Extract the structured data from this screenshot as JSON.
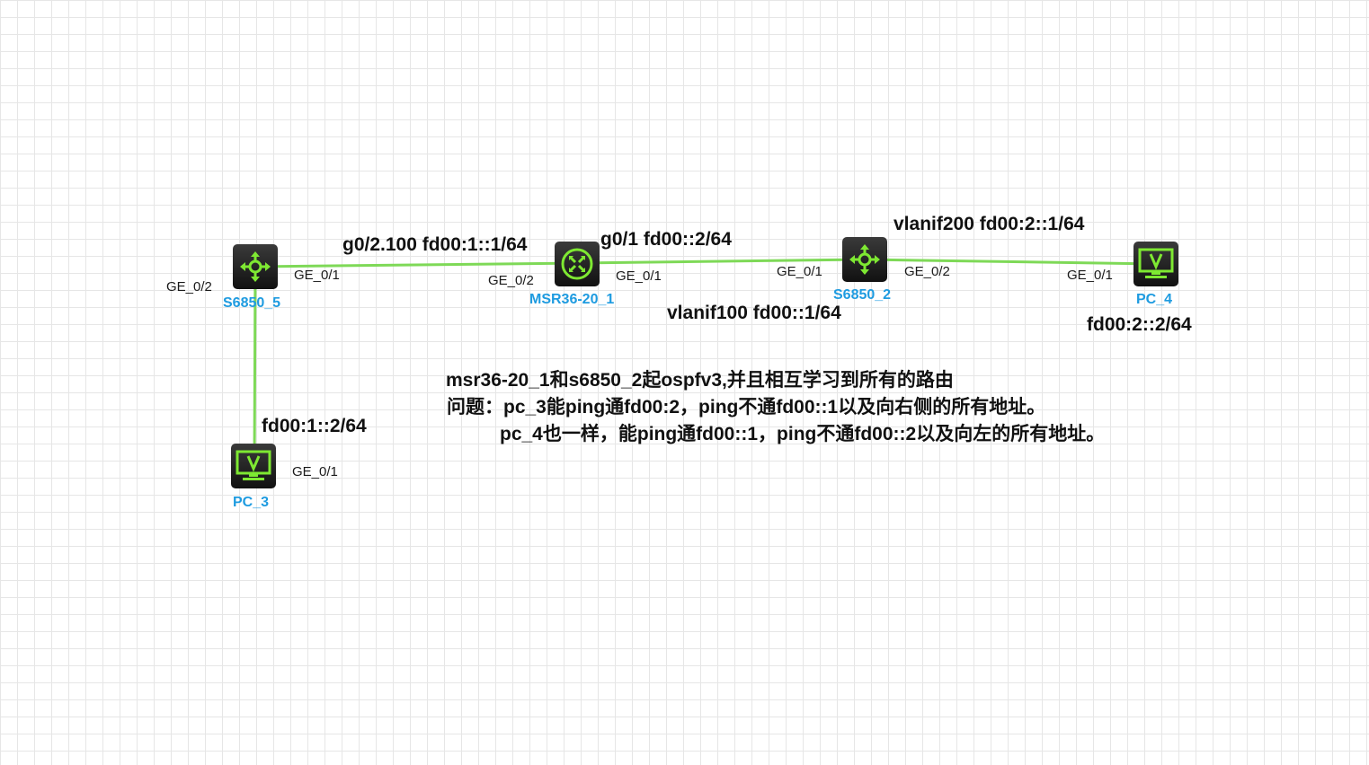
{
  "colors": {
    "link": "#7ed957",
    "device_name": "#1e9be0",
    "icon_green": "#7ee832",
    "device_body": "#1a1a1a"
  },
  "devices": {
    "s6850_5": {
      "name": "S6850_5",
      "icon": "l3-switch-icon"
    },
    "msr": {
      "name": "MSR36-20_1",
      "icon": "router-icon"
    },
    "s6850_2": {
      "name": "S6850_2",
      "icon": "l3-switch-icon"
    },
    "pc_4": {
      "name": "PC_4",
      "icon": "pc-monitor-icon"
    },
    "pc_3": {
      "name": "PC_3",
      "icon": "pc-monitor-icon"
    }
  },
  "ports": {
    "s5_ge02": "GE_0/2",
    "s5_ge01": "GE_0/1",
    "msr_ge02": "GE_0/2",
    "msr_ge01": "GE_0/1",
    "s2_ge01": "GE_0/1",
    "s2_ge02": "GE_0/2",
    "pc4_ge01": "GE_0/1",
    "pc3_ge01": "GE_0/1"
  },
  "addresses": {
    "msr_g02": "g0/2.100  fd00:1::1/64",
    "msr_g01": "g0/1 fd00::2/64",
    "s2_vlanif200": "vlanif200 fd00:2::1/64",
    "s2_vlanif100": "vlanif100 fd00::1/64",
    "pc4": "fd00:2::2/64",
    "pc3": "fd00:1::2/64"
  },
  "notes": {
    "line1": "msr36-20_1和s6850_2起ospfv3,并且相互学习到所有的路由",
    "line2": "问题：pc_3能ping通fd00:2，ping不通fd00::1以及向右侧的所有地址。",
    "line3": "pc_4也一样，能ping通fd00::1，ping不通fd00::2以及向左的所有地址。"
  }
}
